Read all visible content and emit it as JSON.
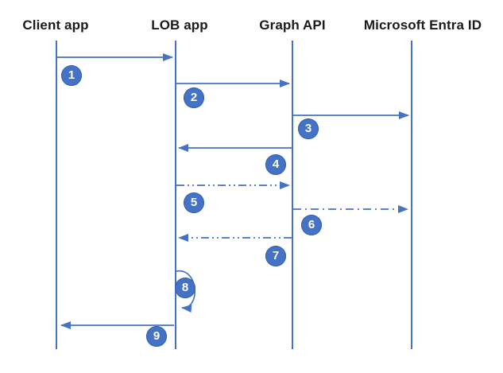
{
  "diagram": {
    "actors": [
      {
        "id": "client-app",
        "label": "Client app"
      },
      {
        "id": "lob-app",
        "label": "LOB app"
      },
      {
        "id": "graph-api",
        "label": "Graph API"
      },
      {
        "id": "entra-id",
        "label": "Microsoft Entra ID"
      }
    ],
    "steps": [
      {
        "num": "1",
        "from": "Client app",
        "to": "LOB app",
        "line": "solid"
      },
      {
        "num": "2",
        "from": "LOB app",
        "to": "Graph API",
        "line": "solid"
      },
      {
        "num": "3",
        "from": "Graph API",
        "to": "Microsoft Entra ID",
        "line": "solid"
      },
      {
        "num": "4",
        "from": "Graph API",
        "to": "LOB app",
        "line": "solid"
      },
      {
        "num": "5",
        "from": "LOB app",
        "to": "Graph API",
        "line": "dash-dot-dot"
      },
      {
        "num": "6",
        "from": "Graph API",
        "to": "Microsoft Entra ID",
        "line": "dash-dot"
      },
      {
        "num": "7",
        "from": "Graph API",
        "to": "LOB app",
        "line": "dash-dot-dot"
      },
      {
        "num": "8",
        "from": "LOB app",
        "to": "LOB app",
        "line": "solid",
        "self_loop": true
      },
      {
        "num": "9",
        "from": "LOB app",
        "to": "Client app",
        "line": "solid"
      }
    ],
    "colors": {
      "accent": "#4472C4",
      "badge_fill": "#4472C4",
      "badge_text": "#FFFFFF",
      "label_text": "#1B1B1B"
    }
  }
}
